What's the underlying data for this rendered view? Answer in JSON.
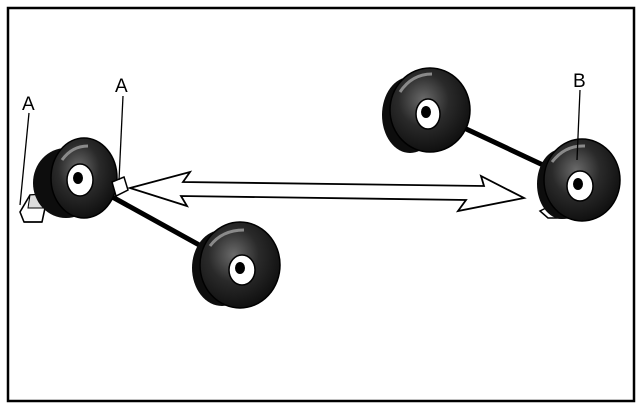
{
  "figure": {
    "callouts": {
      "a_left": "A",
      "a_right": "A",
      "b": "B"
    },
    "colors": {
      "frame": "#000000",
      "tire": "#111111",
      "hub": "#ffffff",
      "axle": "#000000",
      "arrow_fill": "#ffffff",
      "arrow_stroke": "#000000"
    },
    "icons": {
      "chock": "wheel-chock-icon",
      "arrow": "double-arrow-icon"
    }
  }
}
